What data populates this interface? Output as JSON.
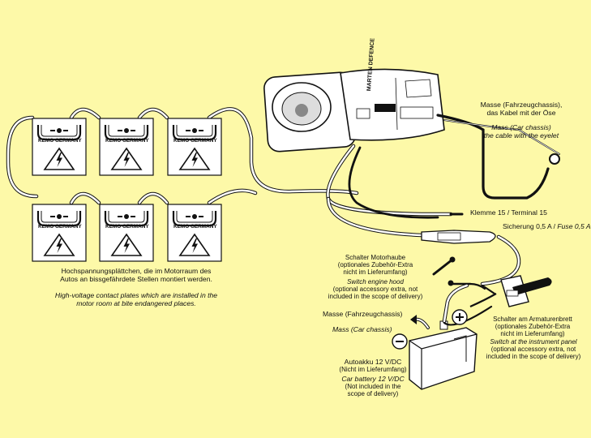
{
  "plate_brand": "KEMO GERMANY",
  "device_name": "MARTEN DEFENCE",
  "labels": {
    "plates_de_1": "Hochspannungsplättchen, die im Motorraum des",
    "plates_de_2": "Autos an bissgefährdete Stellen montiert werden.",
    "plates_en_1": "High-voltage contact plates which are installed in the",
    "plates_en_2": "motor room at bite endangered places.",
    "mass_eye_de_1": "Masse (Fahrzeugchassis),",
    "mass_eye_de_2": "das Kabel mit der Öse",
    "mass_eye_en_1": "Mass (Car chassis)",
    "mass_eye_en_2": "the cable with the eyelet",
    "terminal": "Klemme 15  / Terminal 15",
    "fuse_de": "Sicherung 0,5 A",
    "fuse_en": "Fuse 0,5 A",
    "hood_de_1": "Schalter Motorhaube",
    "hood_de_2": "(optionales Zubehör-Extra",
    "hood_de_3": "nicht  im Lieferumfang)",
    "hood_en_1": "Switch engine hood",
    "hood_en_2": "(optional accessory extra, not",
    "hood_en_3": "included in the scope of delivery)",
    "mass_de": "Masse (Fahrzeugchassis)",
    "mass_en": "Mass (Car chassis)",
    "panel_de_1": "Schalter am Armaturenbrett",
    "panel_de_2": "(optionales Zubehör-Extra",
    "panel_de_3": "nicht  im Lieferumfang)",
    "panel_en_1": "Switch at the instrument panel",
    "panel_en_2": "(optional accessory extra, not",
    "panel_en_3": "included in the scope of delivery)",
    "battery_de_1": "Autoakku 12 V/DC",
    "battery_de_2": "(Nicht im Lieferumfang)",
    "battery_en_1": "Car battery 12 V/DC",
    "battery_en_2": "(Not included in the",
    "battery_en_3": "scope of delivery)"
  },
  "icons": {
    "plate": "high-voltage-plate-icon",
    "lightning": "lightning-warning-icon",
    "plus": "plus-terminal-icon",
    "minus": "minus-terminal-icon"
  },
  "colors": {
    "background": "#fdf9a8",
    "line": "#111111"
  }
}
